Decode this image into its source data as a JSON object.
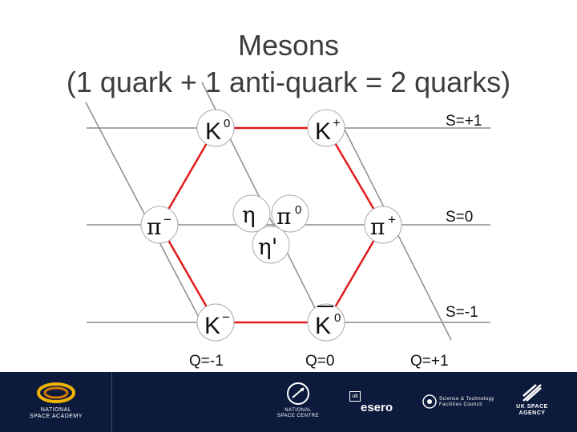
{
  "slide": {
    "title_line1": "Mesons",
    "title_line2": "(1 quark + 1 anti-quark = 2 quarks)"
  },
  "diagram": {
    "strangeness_labels": [
      "S=+1",
      "S=0",
      "S=-1"
    ],
    "charge_labels": [
      "Q=-1",
      "Q=0",
      "Q=+1"
    ],
    "particles": {
      "k0": "K",
      "k0_sup": "0",
      "kplus": "K",
      "kplus_sup": "+",
      "piminus": "π",
      "piminus_sup": "−",
      "eta": "η",
      "pi0": "π",
      "pi0_sup": "0",
      "etaprime": "η'",
      "piplus": "π",
      "piplus_sup": "+",
      "kminus": "K",
      "kminus_sup": "−",
      "k0bar": "K",
      "k0bar_sup": "0"
    },
    "colors": {
      "hexagon": "#e21b1b",
      "grid": "#8c8c8c",
      "particle_fill": "#ffffff"
    }
  },
  "footer": {
    "background": "#0c1a3c",
    "logos": {
      "national_space_academy": "NATIONAL\nSPACE ACADEMY",
      "national_space_centre": "NATIONAL\nSPACE CENTRE",
      "esero": "esero",
      "esero_uk": "uk",
      "stfc": "Science & Technology\nFacilities Council",
      "uk_space_agency": "UK SPACE\nAGENCY"
    }
  }
}
